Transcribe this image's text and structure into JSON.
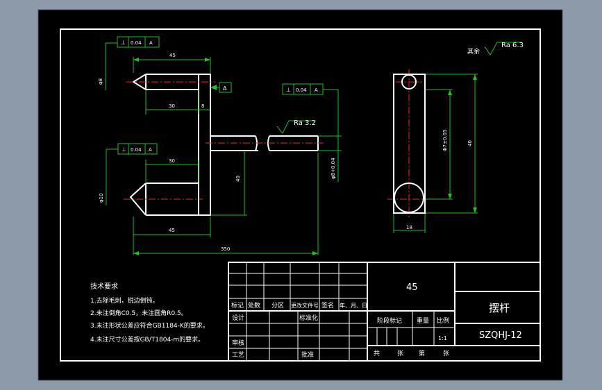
{
  "drawing": {
    "roughness_symbol_other": "其余",
    "roughness_other_value": "Ra 6.3",
    "roughness_hole_value": "Ra 3.2",
    "datum_letter": "A",
    "tolerance_value": "0.04",
    "dims": {
      "top_arm_length": "45",
      "inner_30_top": "30",
      "thickness_8": "8",
      "inner_30_bottom": "30",
      "bottom_arm_length": "45",
      "overall_350": "350",
      "height_40_mid": "40",
      "dia_8": "φ8",
      "dia_10": "φ10",
      "hole_dia": "φ8+0.04",
      "side_height": "Φ7±0.05",
      "side_total": "40",
      "side_width": "18"
    },
    "tech_req": {
      "title": "技术要求",
      "items": [
        "1.去除毛刺，锐边倒钝。",
        "2.未注倒角C0.5，未注圆角R0.5。",
        "3.未注形状公差应符合GB1184-K的要求。",
        "4.未注尺寸公差按GB/T1804-m的要求。"
      ]
    },
    "title_block": {
      "material": "45",
      "part_name": "摆杆",
      "drawing_no": "SZQHJ-12",
      "scale_label": "比例",
      "scale_value": "1:1",
      "weight_label": "重量",
      "stage_label": "阶段标记",
      "row_headers": [
        "标记",
        "处数",
        "分区",
        "更改文件号",
        "签名",
        "年、月、日"
      ],
      "design": "设计",
      "standardize": "标准化",
      "check": "审核",
      "process": "工艺",
      "approve": "批准",
      "sheets": [
        "共",
        "张",
        "第",
        "张"
      ]
    }
  }
}
